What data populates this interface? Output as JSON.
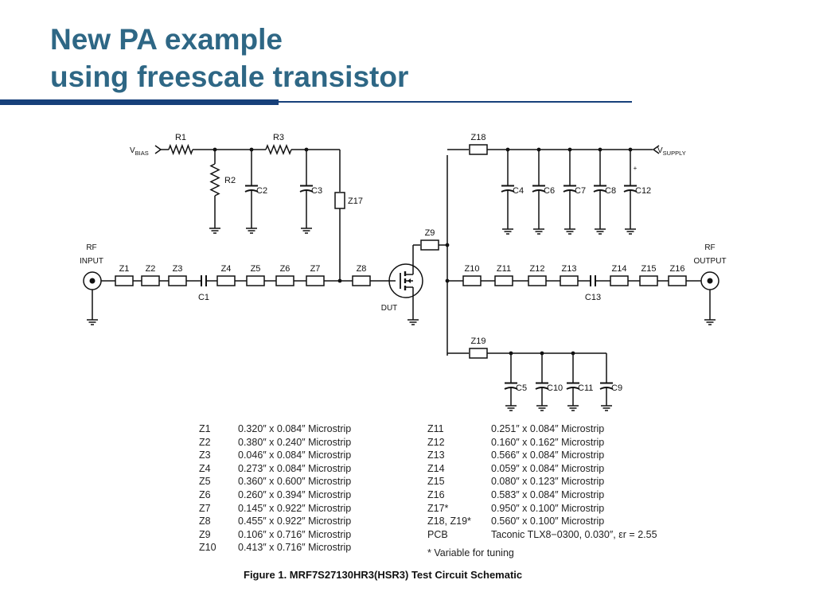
{
  "slide": {
    "title_line1": "New PA example",
    "title_line2": "using freescale transistor"
  },
  "schematic": {
    "vbias": "V",
    "vbias_sub": "BIAS",
    "vsupply": "V",
    "vsupply_sub": "SUPPLY",
    "rf_input_l1": "RF",
    "rf_input_l2": "INPUT",
    "rf_output_l1": "RF",
    "rf_output_l2": "OUTPUT",
    "dut": "DUT",
    "plus": "+",
    "labels": {
      "R1": "R1",
      "R2": "R2",
      "R3": "R3",
      "C1": "C1",
      "C2": "C2",
      "C3": "C3",
      "C4": "C4",
      "C5": "C5",
      "C6": "C6",
      "C7": "C7",
      "C8": "C8",
      "C9": "C9",
      "C10": "C10",
      "C11": "C11",
      "C12": "C12",
      "C13": "C13",
      "Z1": "Z1",
      "Z2": "Z2",
      "Z3": "Z3",
      "Z4": "Z4",
      "Z5": "Z5",
      "Z6": "Z6",
      "Z7": "Z7",
      "Z8": "Z8",
      "Z9": "Z9",
      "Z10": "Z10",
      "Z11": "Z11",
      "Z12": "Z12",
      "Z13": "Z13",
      "Z14": "Z14",
      "Z15": "Z15",
      "Z16": "Z16",
      "Z17": "Z17",
      "Z18": "Z18",
      "Z19": "Z19"
    }
  },
  "components_left": [
    {
      "name": "Z1",
      "desc": "0.320″ x 0.084″ Microstrip"
    },
    {
      "name": "Z2",
      "desc": "0.380″ x 0.240″ Microstrip"
    },
    {
      "name": "Z3",
      "desc": "0.046″ x 0.084″ Microstrip"
    },
    {
      "name": "Z4",
      "desc": "0.273″ x 0.084″ Microstrip"
    },
    {
      "name": "Z5",
      "desc": "0.360″ x 0.600″ Microstrip"
    },
    {
      "name": "Z6",
      "desc": "0.260″ x 0.394″ Microstrip"
    },
    {
      "name": "Z7",
      "desc": "0.145″ x 0.922″ Microstrip"
    },
    {
      "name": "Z8",
      "desc": "0.455″ x 0.922″ Microstrip"
    },
    {
      "name": "Z9",
      "desc": "0.106″ x 0.716″ Microstrip"
    },
    {
      "name": "Z10",
      "desc": "0.413″ x 0.716″ Microstrip"
    }
  ],
  "components_right": [
    {
      "name": "Z11",
      "desc": "0.251″ x 0.084″ Microstrip"
    },
    {
      "name": "Z12",
      "desc": "0.160″ x 0.162″ Microstrip"
    },
    {
      "name": "Z13",
      "desc": "0.566″ x 0.084″ Microstrip"
    },
    {
      "name": "Z14",
      "desc": "0.059″ x 0.084″ Microstrip"
    },
    {
      "name": "Z15",
      "desc": "0.080″ x 0.123″ Microstrip"
    },
    {
      "name": "Z16",
      "desc": "0.583″ x 0.084″ Microstrip"
    },
    {
      "name": "Z17*",
      "desc": "0.950″ x 0.100″ Microstrip"
    },
    {
      "name": "Z18, Z19*",
      "desc": "0.560″ x 0.100″ Microstrip"
    },
    {
      "name": "PCB",
      "desc": "Taconic TLX8−0300, 0.030″, εr = 2.55"
    }
  ],
  "footnote": "* Variable for tuning",
  "caption": "Figure 1. MRF7S27130HR3(HSR3) Test Circuit Schematic"
}
